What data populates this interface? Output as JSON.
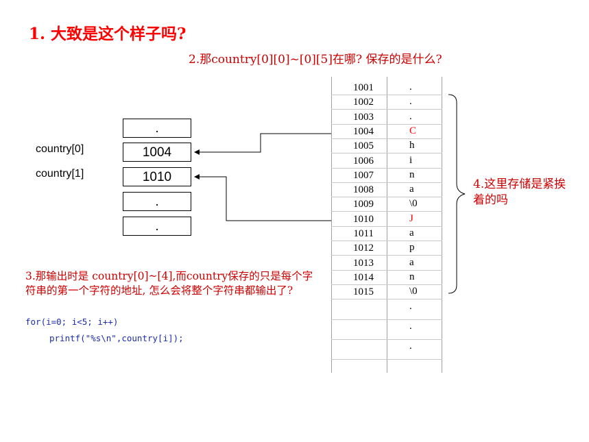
{
  "title": "1. 大致是这个样子吗?",
  "question2": "2.那country[0][0]~[0][5]在哪? 保存的是什么?",
  "pointer_array": {
    "boxes": [
      ".",
      "1004",
      "1010",
      ".",
      "."
    ],
    "labels": [
      "country[0]",
      "country[1]"
    ]
  },
  "question3": "3.那输出时是 country[0]~[4],而country保存的只是每个字符串的第一个字符的地址, 怎么会将整个字符串都输出了?",
  "code": {
    "line1": "for(i=0; i<5; i++)",
    "line2": "printf(\"%s\\n\",country[i]);"
  },
  "memory": {
    "rows": [
      {
        "addr": "1001",
        "val": "."
      },
      {
        "addr": "1002",
        "val": "."
      },
      {
        "addr": "1003",
        "val": "."
      },
      {
        "addr": "1004",
        "val": "C"
      },
      {
        "addr": "1005",
        "val": "h"
      },
      {
        "addr": "1006",
        "val": "i"
      },
      {
        "addr": "1007",
        "val": "n"
      },
      {
        "addr": "1008",
        "val": "a"
      },
      {
        "addr": "1009",
        "val": "\\0"
      },
      {
        "addr": "1010",
        "val": "J"
      },
      {
        "addr": "1011",
        "val": "a"
      },
      {
        "addr": "1012",
        "val": "p"
      },
      {
        "addr": "1013",
        "val": "a"
      },
      {
        "addr": "1014",
        "val": "n"
      },
      {
        "addr": "1015",
        "val": "\\0"
      },
      {
        "addr": "",
        "val": "."
      },
      {
        "addr": "",
        "val": "."
      },
      {
        "addr": "",
        "val": "."
      }
    ],
    "highlight_color": "#ff0000"
  },
  "question4": "4.这里存储是紧挨着的吗",
  "colors": {
    "accent": "#ff0000",
    "question": "#cc0000",
    "code": "#1a2bb0"
  }
}
